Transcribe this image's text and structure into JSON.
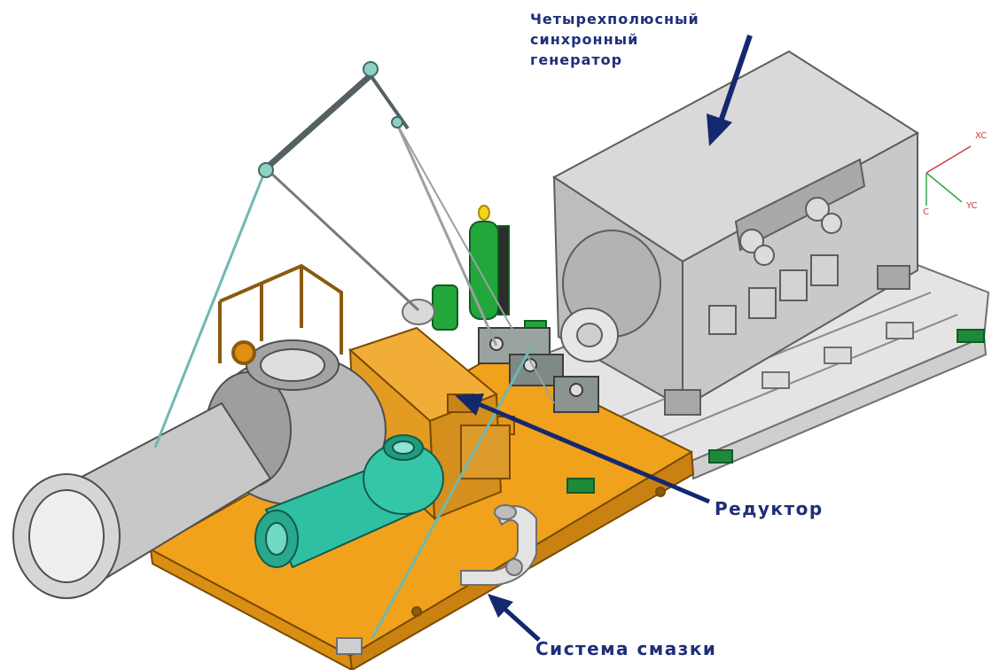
{
  "labels": {
    "generator": [
      "Четырехполюсный",
      "синхронный",
      "генератор"
    ],
    "gearbox": "Редуктор",
    "lubrication": "Система смазки"
  },
  "axes": {
    "x": "XC",
    "y": "YC",
    "z": "C"
  },
  "colors": {
    "label_text": "#1d2f7a",
    "arrow": "#14286e",
    "frame_orange": "#f0a21c",
    "generator_gray": "#c6c6c6",
    "casing_gray": "#b9b9b9",
    "nozzle_teal": "#2fbfa2",
    "green_parts": "#22a83a",
    "axis_red": "#d23a3a"
  }
}
